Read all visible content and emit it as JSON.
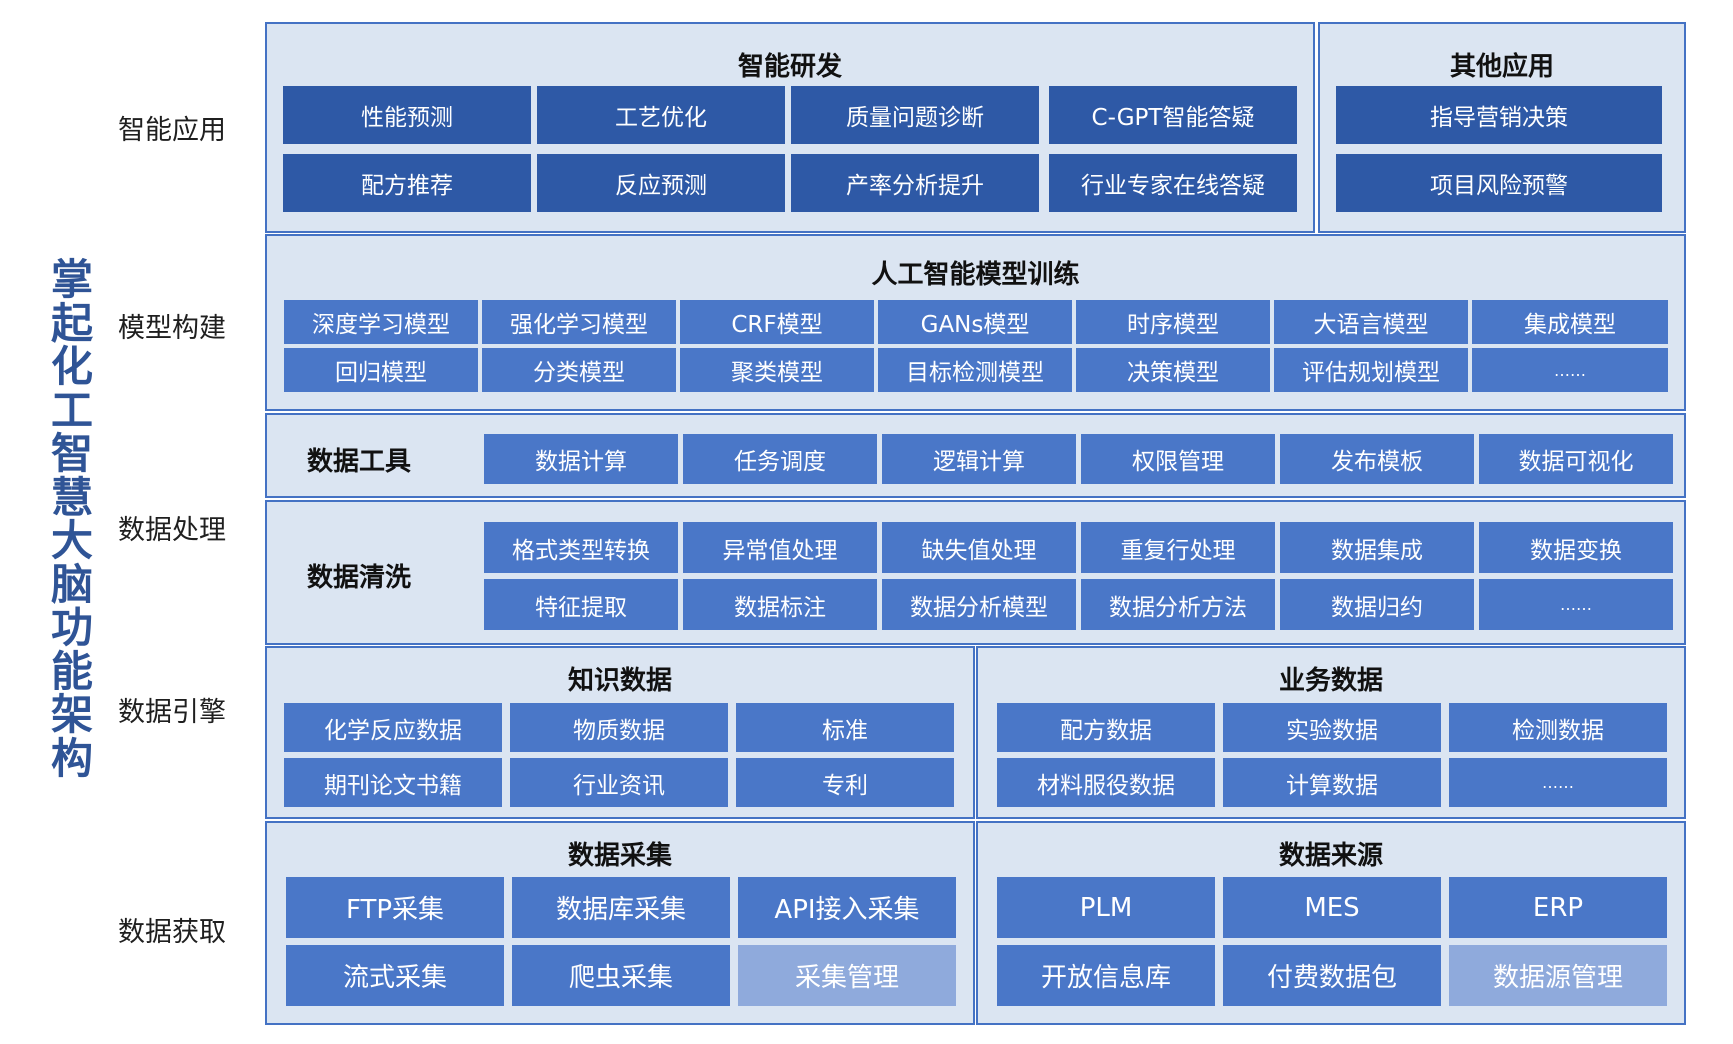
{
  "title": "掌起化工智慧大脑功能架构",
  "layers": {
    "app": "智能应用",
    "model": "模型构建",
    "process": "数据处理",
    "engine": "数据引擎",
    "acquire": "数据获取"
  },
  "rd": {
    "title": "智能研发",
    "items": [
      "性能预测",
      "工艺优化",
      "质量问题诊断",
      "C-GPT智能答疑",
      "配方推荐",
      "反应预测",
      "产率分析提升",
      "行业专家在线答疑"
    ]
  },
  "other": {
    "title": "其他应用",
    "items": [
      "指导营销决策",
      "项目风险预警"
    ]
  },
  "ai": {
    "title": "人工智能模型训练",
    "items": [
      "深度学习模型",
      "强化学习模型",
      "CRF模型",
      "GANs模型",
      "时序模型",
      "大语言模型",
      "集成模型",
      "回归模型",
      "分类模型",
      "聚类模型",
      "目标检测模型",
      "决策模型",
      "评估规划模型",
      "……"
    ]
  },
  "tools": {
    "title": "数据工具",
    "items": [
      "数据计算",
      "任务调度",
      "逻辑计算",
      "权限管理",
      "发布模板",
      "数据可视化"
    ]
  },
  "clean": {
    "title": "数据清洗",
    "items": [
      "格式类型转换",
      "异常值处理",
      "缺失值处理",
      "重复行处理",
      "数据集成",
      "数据变换",
      "特征提取",
      "数据标注",
      "数据分析模型",
      "数据分析方法",
      "数据归约",
      "……"
    ]
  },
  "knowledge": {
    "title": "知识数据",
    "items": [
      "化学反应数据",
      "物质数据",
      "标准",
      "期刊论文书籍",
      "行业资讯",
      "专利"
    ]
  },
  "business": {
    "title": "业务数据",
    "items": [
      "配方数据",
      "实验数据",
      "检测数据",
      "材料服役数据",
      "计算数据",
      "……"
    ]
  },
  "collect": {
    "title": "数据采集",
    "items": [
      "FTP采集",
      "数据库采集",
      "API接入采集",
      "流式采集",
      "爬虫采集",
      "采集管理"
    ]
  },
  "sources": {
    "title": "数据来源",
    "items": [
      "PLM",
      "MES",
      "ERP",
      "开放信息库",
      "付费数据包",
      "数据源管理"
    ]
  },
  "colors": {
    "panel_bg": "#dbe5f2",
    "border": "#4472c4",
    "dark_box": "#2e59a6",
    "mid_box": "#4a77c8",
    "light_box": "#8faadc",
    "title": "#2f5496"
  }
}
